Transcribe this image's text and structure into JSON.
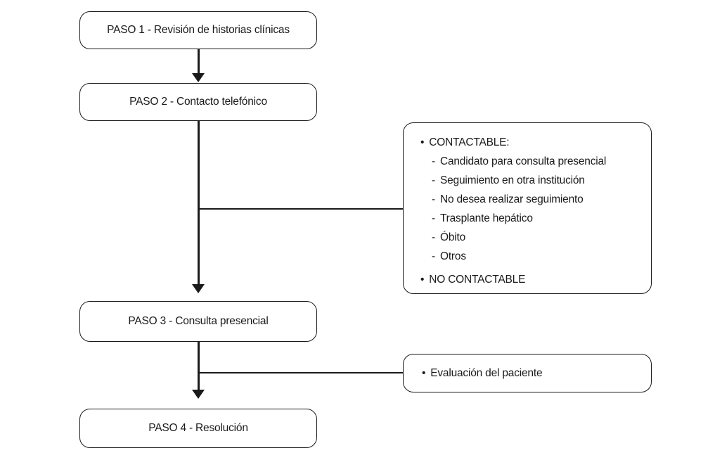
{
  "flowchart": {
    "steps": [
      {
        "label": "PASO 1 - Revisión de historias clínicas"
      },
      {
        "label": "PASO 2 - Contacto telefónico"
      },
      {
        "label": "PASO 3 - Consulta presencial"
      },
      {
        "label": "PASO 4 - Resolución"
      }
    ],
    "contact_outcomes": {
      "items": [
        {
          "marker": "•",
          "text": "CONTACTABLE:"
        },
        {
          "marker": "-",
          "text": "Candidato para consulta presencial"
        },
        {
          "marker": "-",
          "text": "Seguimiento en otra institución"
        },
        {
          "marker": "-",
          "text": "No desea realizar seguimiento"
        },
        {
          "marker": "-",
          "text": "Trasplante hepático"
        },
        {
          "marker": "-",
          "text": "Óbito"
        },
        {
          "marker": "-",
          "text": "Otros"
        },
        {
          "marker": "•",
          "text": "NO CONTACTABLE"
        }
      ]
    },
    "evaluation_note": {
      "marker": "•",
      "text": "Evaluación del paciente"
    },
    "colors": {
      "stroke": "#1a1a1a",
      "background": "#ffffff",
      "text": "#1a1a1a"
    }
  }
}
